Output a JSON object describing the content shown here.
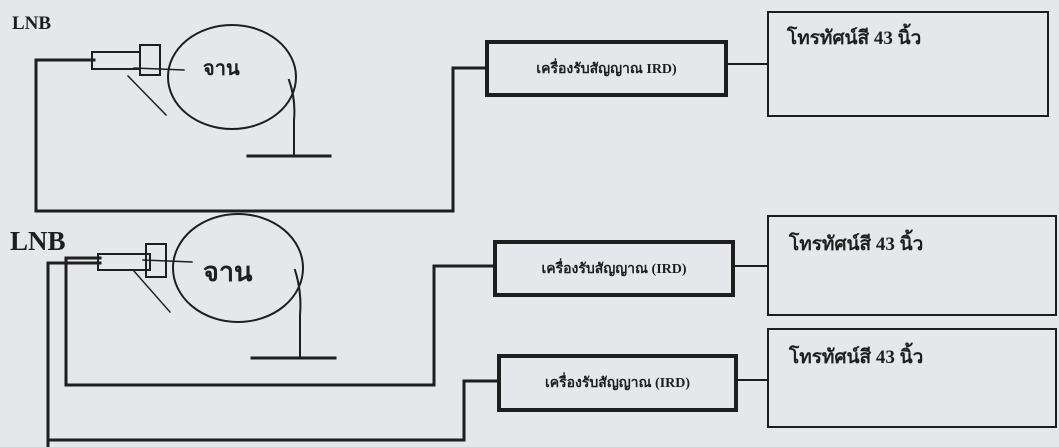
{
  "systems": [
    {
      "lnb_label": "LNB",
      "dish_label": "จาน",
      "receivers": [
        {
          "receiver_label": "เครื่องรับสัญญาณ IRD)",
          "tv_label": "โทรทัศน์สี 43 นิ้ว"
        }
      ]
    },
    {
      "lnb_label": "LNB",
      "dish_label": "จาน",
      "receivers": [
        {
          "receiver_label": "เครื่องรับสัญญาณ (IRD)",
          "tv_label": "โทรทัศน์สี 43 นิ้ว"
        },
        {
          "receiver_label": "เครื่องรับสัญญาณ (IRD)",
          "tv_label": "โทรทัศน์สี 43 นิ้ว"
        }
      ]
    }
  ],
  "colors": {
    "background": "#e6e7eb",
    "ink": "#1e1e1e"
  }
}
